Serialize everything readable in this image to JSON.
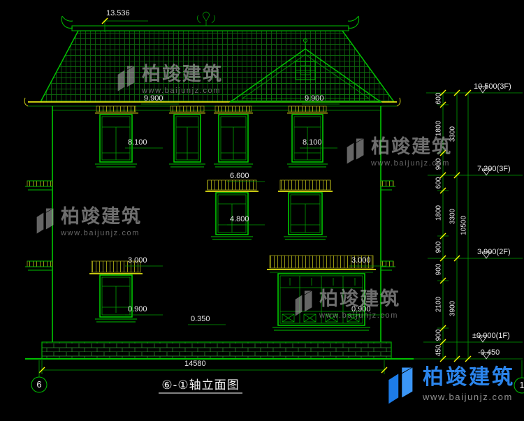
{
  "colors": {
    "line_green": "#00c000",
    "accent_yellow": "#ffff00",
    "dim_text": "#e9e9e9",
    "brand_blue": "#2b85ec",
    "watermark_gray": "#b8b8b8"
  },
  "watermark": {
    "brand": "柏竣建筑",
    "url": "www.baijunjz.com"
  },
  "logo": {
    "brand": "柏竣建筑",
    "url": "www.baijunjz.com"
  },
  "title": {
    "text": "⑥-①轴立面图"
  },
  "grid": {
    "left_bubble": "6",
    "right_bubble": "1"
  },
  "callouts": {
    "ridge": "13.536",
    "eave_left": "9.900",
    "eave_right": "9.900",
    "w3f_left": "8.100",
    "w3f_right": "8.100",
    "canopy_2f": "6.600",
    "sill_2f": "4.800",
    "canopy_1f_left": "3.000",
    "canopy_1f_right": "3.000",
    "sill_1f_left": "0.900",
    "sill_1f_right": "0.900",
    "plinth": "0.350"
  },
  "dims": {
    "overall_width": "14580",
    "inner_chain": [
      "600",
      "1800",
      "900",
      "600",
      "1800",
      "900",
      "900",
      "2100",
      "900",
      "450"
    ],
    "mid_chain": [
      "3300",
      "3300",
      "3900"
    ],
    "overall_height": "10500"
  },
  "levels": {
    "l1": "10.500(3F)",
    "l2": "7.200(3F)",
    "l3": "3.900(2F)",
    "l4": "±0.000(1F)",
    "l5": "-0.450"
  }
}
